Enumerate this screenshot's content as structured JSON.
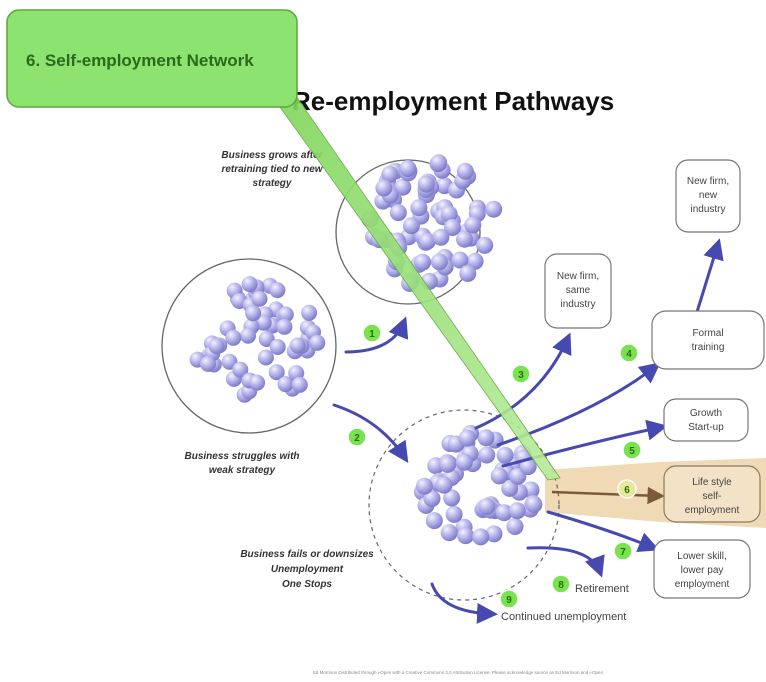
{
  "title": "Re-employment Pathways",
  "callout": {
    "label": "6. Self-employment Network"
  },
  "captions": {
    "grows": [
      "Business grows after",
      "retraining tied to new",
      "strategy"
    ],
    "struggles": [
      "Business struggles with",
      "weak strategy"
    ],
    "fails": [
      "Business fails or downsizes",
      "Unemployment",
      "One Stops"
    ]
  },
  "boxes": [
    {
      "id": "new-firm-new-industry",
      "lines": [
        "New firm,",
        "new",
        "industry"
      ]
    },
    {
      "id": "new-firm-same-industry",
      "lines": [
        "New firm,",
        "same",
        "industry"
      ]
    },
    {
      "id": "formal-training",
      "lines": [
        "Formal",
        "training"
      ]
    },
    {
      "id": "growth-startup",
      "lines": [
        "Growth",
        "Start-up"
      ]
    },
    {
      "id": "lifestyle-self-employment",
      "lines": [
        "Life style",
        "self-",
        "employment"
      ]
    },
    {
      "id": "lower-skill",
      "lines": [
        "Lower skill,",
        "lower pay",
        "employment"
      ]
    }
  ],
  "badges": [
    "1",
    "2",
    "3",
    "4",
    "5",
    "6",
    "7",
    "8",
    "9"
  ],
  "labels": {
    "retirement": "Retirement",
    "continued": "Continued unemployment"
  },
  "footer": "Ed Morrison Distributed through i-Open with a Creative Commons 3.0 Attribution License. Please acknowledge source as Ed Morrison and i-Open",
  "colors": {
    "arrow": "#4649b0",
    "badge": "#79e24f",
    "callout_fill": "#8de370",
    "callout_stroke": "#5ea63c",
    "sphere": "#b4b3e8",
    "lifestyle_band": "#f0d9b5"
  }
}
